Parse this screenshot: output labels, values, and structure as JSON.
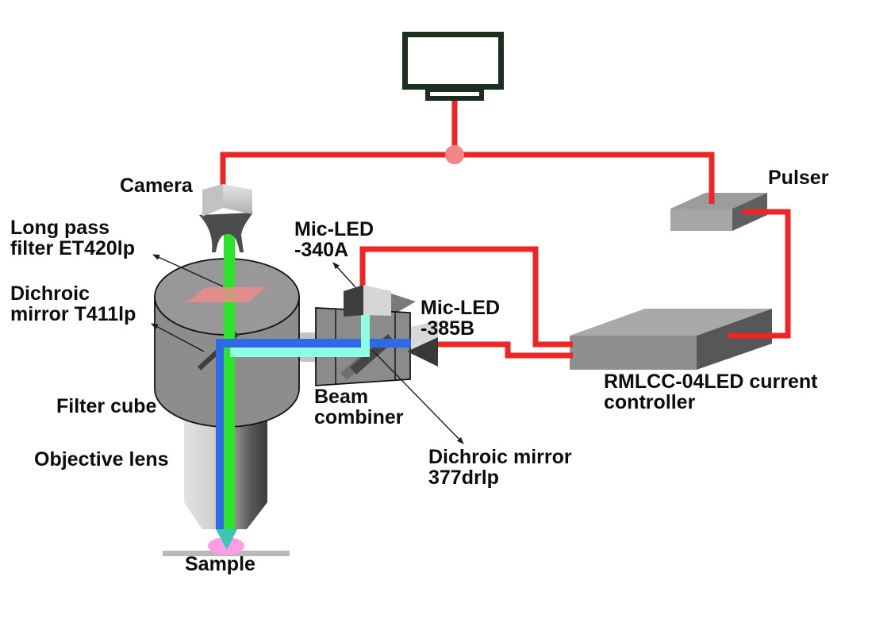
{
  "title": "Microscope LED excitation setup diagram",
  "labels": {
    "camera": {
      "text": "Camera"
    },
    "long_pass": {
      "text": "Long pass\nfilter ET420lp"
    },
    "dichroic_t411": {
      "text": "Dichroic\nmirror T411lp"
    },
    "filter_cube": {
      "text": "Filter cube"
    },
    "objective": {
      "text": "Objective lens"
    },
    "sample": {
      "text": "Sample"
    },
    "mic_led_340a": {
      "text": "Mic-LED\n-340A"
    },
    "mic_led_385b": {
      "text": "Mic-LED\n-385B"
    },
    "beam_combiner": {
      "text": "Beam\ncombiner"
    },
    "dichroic_377": {
      "text": "Dichroic mirror\n377drlp"
    },
    "pulser": {
      "text": "Pulser"
    },
    "controller": {
      "text": "RMLCC-04LED current\ncontroller"
    }
  },
  "colors": {
    "wire": "#ee2525",
    "junction": "#f28585",
    "monitor_border": "#1a2f1f",
    "beam_green": "#2be32b",
    "beam_blue": "#2e69e8",
    "beam_cyan": "#8effe2",
    "filter_red": "#ef8c8c",
    "glow_pink": "#ff9ce4",
    "focus_teal": "#3cc6b4",
    "funnel_gray": "#4c4c4c",
    "text": "#0d0d0d"
  }
}
